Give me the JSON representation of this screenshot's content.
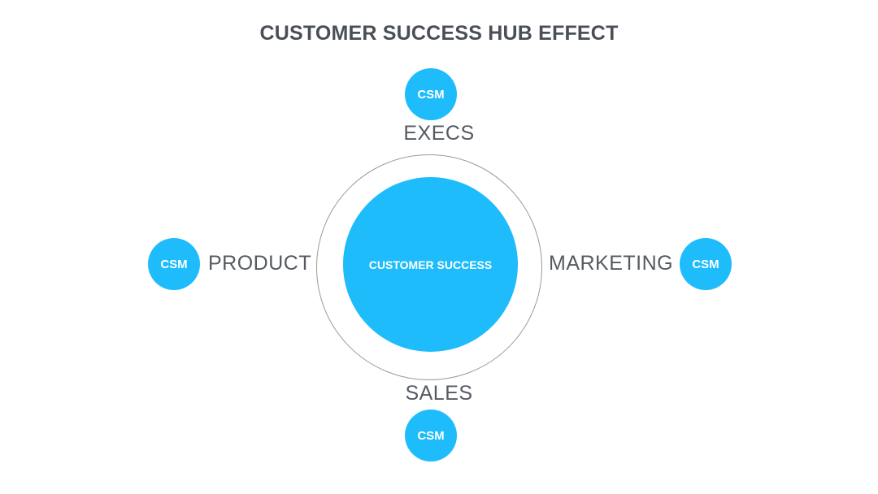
{
  "title": "CUSTOMER SUCCESS HUB EFFECT",
  "hub": {
    "label": "CUSTOMER SUCCESS"
  },
  "nodes": {
    "top": {
      "dept": "EXECS",
      "badge": "CSM"
    },
    "left": {
      "dept": "PRODUCT",
      "badge": "CSM"
    },
    "right": {
      "dept": "MARKETING",
      "badge": "CSM"
    },
    "bottom": {
      "dept": "SALES",
      "badge": "CSM"
    }
  },
  "colors": {
    "accent": "#1fbcfc",
    "text": "#555a62",
    "title": "#4a4f57",
    "ring": "#9a9a9a"
  }
}
